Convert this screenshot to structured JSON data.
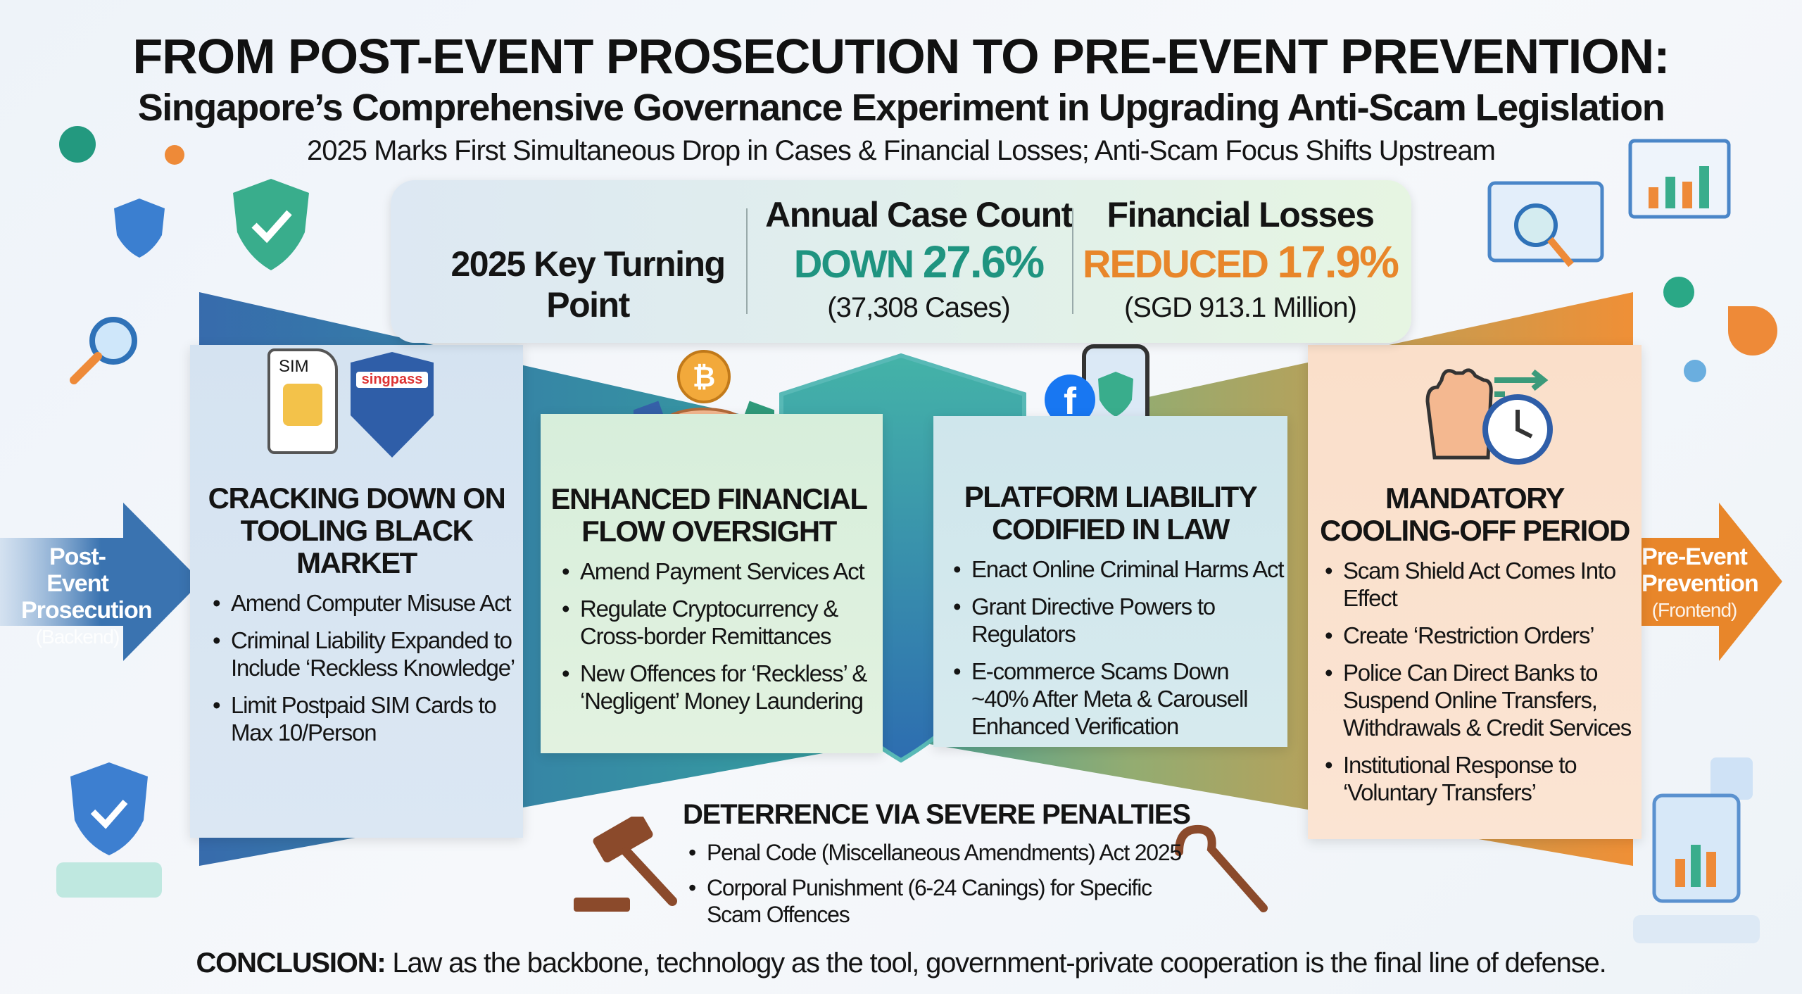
{
  "header": {
    "title": "FROM POST-EVENT PROSECUTION TO PRE-EVENT PREVENTION:",
    "subtitle": "Singapore’s Comprehensive Governance Experiment in Upgrading Anti-Scam Legislation",
    "tagline": "2025 Marks First Simultaneous Drop in Cases & Financial Losses; Anti-Scam Focus Shifts Upstream"
  },
  "stats": {
    "key_label": "2025 Key Turning Point",
    "cases": {
      "heading": "Annual Case Count",
      "word": "DOWN",
      "value": "27.6%",
      "detail": "(37,308 Cases)"
    },
    "losses": {
      "heading": "Financial Losses",
      "word": "REDUCED",
      "value": "17.9%",
      "detail": "(SGD 913.1 Million)"
    }
  },
  "arrows": {
    "left": {
      "line1": "Post-Event",
      "line2": "Prosecution",
      "sub": "(Backend)"
    },
    "right": {
      "line1": "Pre-Event",
      "line2": "Prevention",
      "sub": "(Frontend)"
    }
  },
  "panels": [
    {
      "title1": "CRACKING DOWN ON",
      "title2": "TOOLING BLACK MARKET",
      "icons": {
        "sim_label": "SIM",
        "shield_label": "singpass"
      },
      "bullets": [
        "Amend Computer Misuse Act",
        "Criminal Liability Expanded to Include ‘Reckless Knowledge’",
        "Limit Postpaid SIM Cards to Max 10/Person"
      ]
    },
    {
      "title1": "ENHANCED FINANCIAL",
      "title2": "FLOW OVERSIGHT",
      "bullets": [
        "Amend Payment Services Act",
        "Regulate Cryptocurrency & Cross-border Remittances",
        "New Offences for ‘Reckless’ & ‘Negligent’ Money Laundering"
      ]
    },
    {
      "title1": "PLATFORM LIABILITY",
      "title2": "CODIFIED IN LAW",
      "bullets": [
        "Enact Online Criminal Harms Act",
        "Grant Directive Powers to Regulators",
        "E-commerce Scams Down ~40% After Meta & Carousell Enhanced Verification"
      ]
    },
    {
      "title1": "MANDATORY",
      "title2": "COOLING-OFF PERIOD",
      "bullets": [
        "Scam Shield Act Comes Into Effect",
        "Create ‘Restriction Orders’",
        "Police Can Direct Banks to Suspend Online Transfers, Withdrawals & Credit Services",
        "Institutional Response to ‘Voluntary Transfers’"
      ]
    }
  ],
  "deterrence": {
    "title": "DETERRENCE VIA SEVERE PENALTIES",
    "bullets": [
      "Penal Code (Miscellaneous Amendments) Act 2025",
      "Corporal Punishment (6-24 Canings) for Specific Scam Offences"
    ]
  },
  "conclusion": {
    "label": "CONCLUSION:",
    "text": " Law as the backbone, technology as the tool, government-private cooperation is the final line of defense."
  },
  "colors": {
    "teal": "#1f9480",
    "orange": "#e8862a",
    "blue": "#2f6ea6"
  }
}
